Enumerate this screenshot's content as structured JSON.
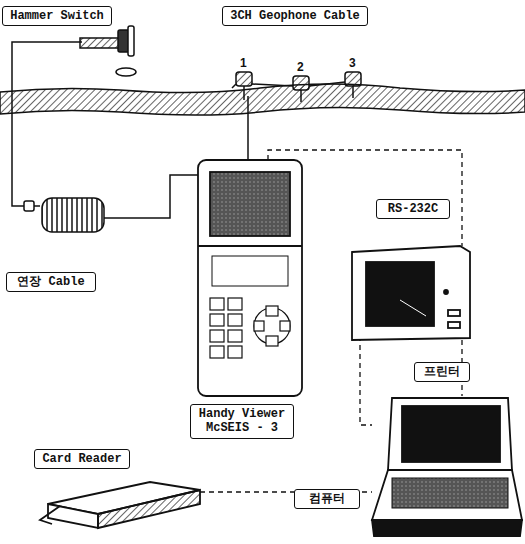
{
  "diagram": {
    "nodes": [
      {
        "text": [
          "Hammer Switch"
        ]
      },
      {
        "text": [
          "3CH Geophone Cable"
        ]
      },
      {
        "text": [
          "RS-232C"
        ]
      },
      {
        "text": [
          "연장 Cable"
        ]
      },
      {
        "text": [
          "프린터"
        ]
      },
      {
        "text": [
          "Handy Viewer McSEIS - 3"
        ]
      },
      {
        "text": [
          "Card Reader"
        ]
      },
      {
        "text": [
          "컴퓨터"
        ]
      }
    ],
    "labels": [
      "1",
      "2",
      "3"
    ]
  }
}
